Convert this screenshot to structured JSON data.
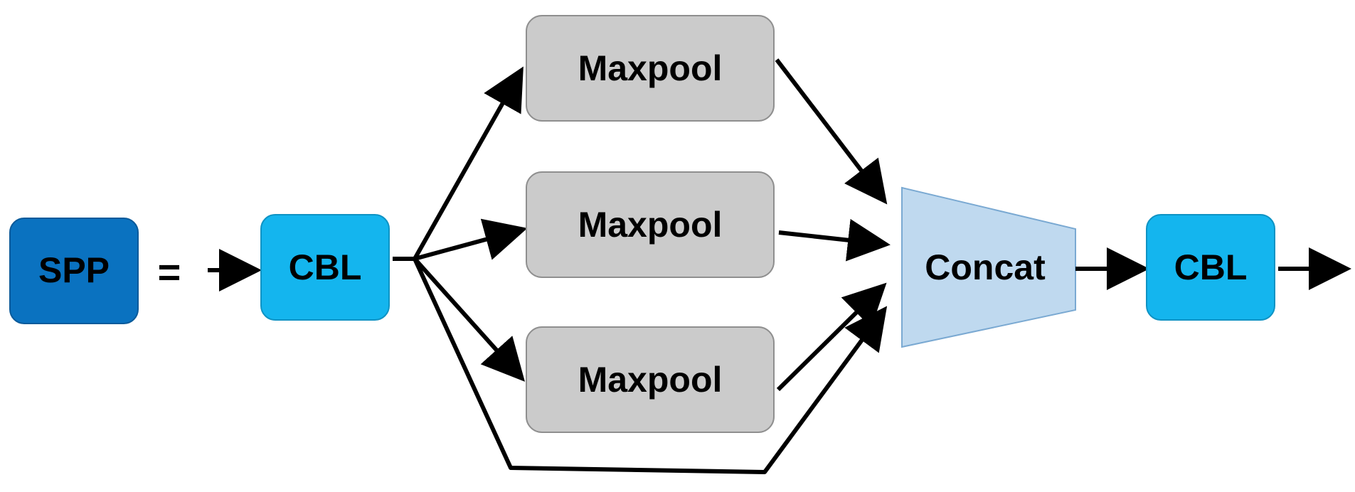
{
  "diagram": {
    "spp": {
      "label": "SPP",
      "color": "#0a72c0"
    },
    "equals": {
      "label": "="
    },
    "cbl_in": {
      "label": "CBL",
      "color": "#14b5ee"
    },
    "maxpool": [
      {
        "label": "Maxpool"
      },
      {
        "label": "Maxpool"
      },
      {
        "label": "Maxpool"
      }
    ],
    "maxpool_color": "#cbcbcb",
    "concat": {
      "label": "Concat",
      "color": "#bfd9ef"
    },
    "cbl_out": {
      "label": "CBL",
      "color": "#14b5ee"
    }
  }
}
